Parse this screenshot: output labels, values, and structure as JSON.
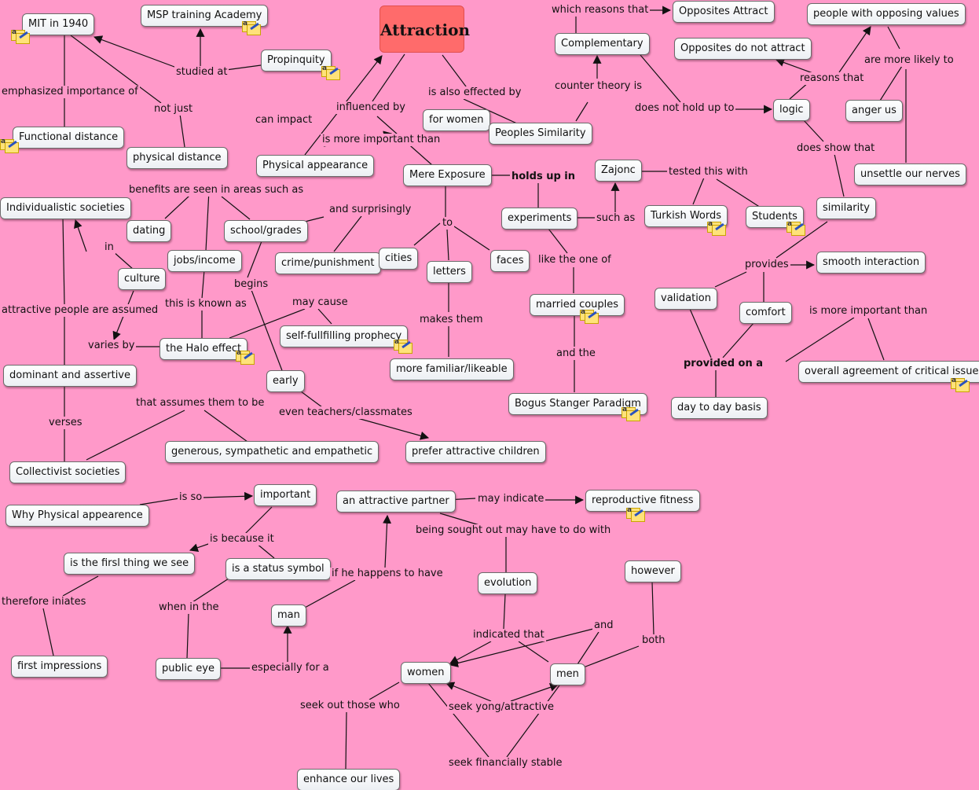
{
  "title": "Attraction",
  "concepts": {
    "mit_1940": "MIT in 1940",
    "msp_academy": "MSP training Academy",
    "propinquity": "Propinquity",
    "functional_distance": "Functional distance",
    "physical_distance": "physical distance",
    "physical_appearance": "Physical appearance",
    "for_women": "for women",
    "peoples_similarity": "Peoples Similarity",
    "mere_exposure": "Mere Exposure",
    "complementary": "Complementary",
    "opposites_attract": "Opposites Attract",
    "opposites_do_not_attract": "Opposites do not attract",
    "people_opposing_values": "people with opposing values",
    "logic": "logic",
    "anger_us": "anger us",
    "unsettle_nerves": "unsettle our nerves",
    "zajonc": "Zajonc",
    "turkish_words": "Turkish Words",
    "students": "Students",
    "similarity": "similarity",
    "experiments": "experiments",
    "individualistic": "Individualistic societies",
    "dating": "dating",
    "school_grades": "school/grades",
    "crime_punishment": "crime/punishment",
    "cities": "cities",
    "faces": "faces",
    "letters": "letters",
    "jobs_income": "jobs/income",
    "culture": "culture",
    "halo_effect": "the Halo effect",
    "self_fulfilling": "self-fullfilling prophecy",
    "more_familiar": "more familiar/likeable",
    "married_couples": "married couples",
    "smooth_interaction": "smooth interaction",
    "validation": "validation",
    "comfort": "comfort",
    "overall_agreement": "overall agreement of critical issues",
    "day_to_day": "day to day basis",
    "dominant_assertive": "dominant and assertive",
    "early": "early",
    "bogus_stanger": "Bogus Stanger Paradigm",
    "generous": "generous, sympathetic and empathetic",
    "prefer_attractive_children": "prefer attractive children",
    "collectivist": "Collectivist societies",
    "why_physical": "Why Physical appearence",
    "important": "important",
    "attractive_partner": "an attractive partner",
    "reproductive_fitness": "reproductive fitness",
    "first_thing": "is the firsl thing we see",
    "status_symbol": "is a status symbol",
    "however": "however",
    "evolution": "evolution",
    "man": "man",
    "first_impressions": "first impressions",
    "public_eye": "public eye",
    "women": "women",
    "men": "men",
    "enhance_lives": "enhance our lives"
  },
  "link_labels": {
    "studied_at": "studied at",
    "emphasized_importance_of": "emphasized importance of",
    "not_just": "not just",
    "can_impact": "can impact",
    "influenced_by": "influenced by",
    "is_also_effected_by": "is also effected by",
    "is_more_important_than": "is more important than",
    "which_reasons_that": "which reasons that",
    "counter_theory_is": "counter theory is",
    "does_not_hold_up_to": "does not hold up to",
    "reasons_that": "reasons that",
    "are_more_likely_to": "are more likely to",
    "does_show_that": "does show that",
    "holds_up_in": "holds up in",
    "tested_this_with": "tested this with",
    "such_as": "such as",
    "benefits_seen_in": "benefits are seen in areas such as",
    "and_surprisingly": "and surprisingly",
    "to": "to",
    "in": "in",
    "begins": "begins",
    "like_the_one_of": "like the one of",
    "provides": "provides",
    "this_is_known_as": "this is known as",
    "may_cause": "may cause",
    "attractive_people_assumed": "attractive people are assumed",
    "makes_them": "makes them",
    "is_more_important_than_2": "is more important than",
    "varies_by": "varies by",
    "and_the": "and the",
    "provided_on_a": "provided on a",
    "that_assumes_them_to_be": "that assumes them to be",
    "even_teachers": "even teachers/classmates",
    "verses": "verses",
    "is_so": "is so",
    "may_indicate": "may indicate",
    "being_sought_out": "being sought out may have to do with",
    "is_because_it": "is because it",
    "if_he_happens": "if he happens to have",
    "therefore_iniates": "therefore iniates",
    "when_in_the": "when in the",
    "and": "and",
    "indicated_that": "indicated that",
    "both": "both",
    "especially_for_a": "especially for a",
    "seek_out_those_who": "seek out those who",
    "seek_yong": "seek yong/attractive",
    "seek_financially": "seek financially stable"
  },
  "colors": {
    "background": "#ff99c9",
    "main_node": "#ff6b6b",
    "node_fill": "#ffffff",
    "link": "#111111",
    "resource_icon": "#ffe27a"
  },
  "icons": [
    "resource-attachment-icon"
  ]
}
